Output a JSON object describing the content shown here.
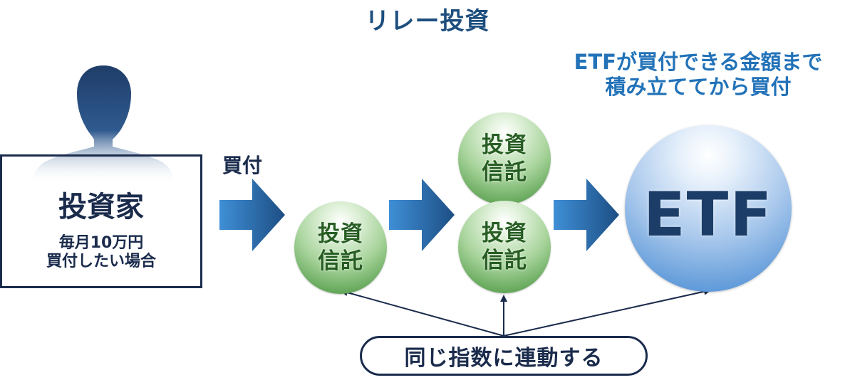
{
  "title": "リレー投資",
  "investor": {
    "label": "投資家",
    "sub_lines": [
      "毎月10万円",
      "買付したい場合"
    ]
  },
  "buy_label": "買付",
  "funds": [
    {
      "lines": [
        "投資",
        "信託"
      ]
    },
    {
      "lines": [
        "投資",
        "信託"
      ]
    },
    {
      "lines": [
        "投資",
        "信託"
      ]
    }
  ],
  "etf": {
    "label": "ETF",
    "note_lines": [
      "ETFが買付できる金額まで",
      "積み立ててから買付"
    ]
  },
  "link_label": "同じ指数に連動する",
  "colors": {
    "title": "#1d4e7e",
    "dark_navy": "#1a2b4c",
    "accent_blue": "#2272b8",
    "fund_green": "#5fa455",
    "etf_blue": "#5f9ad9"
  }
}
